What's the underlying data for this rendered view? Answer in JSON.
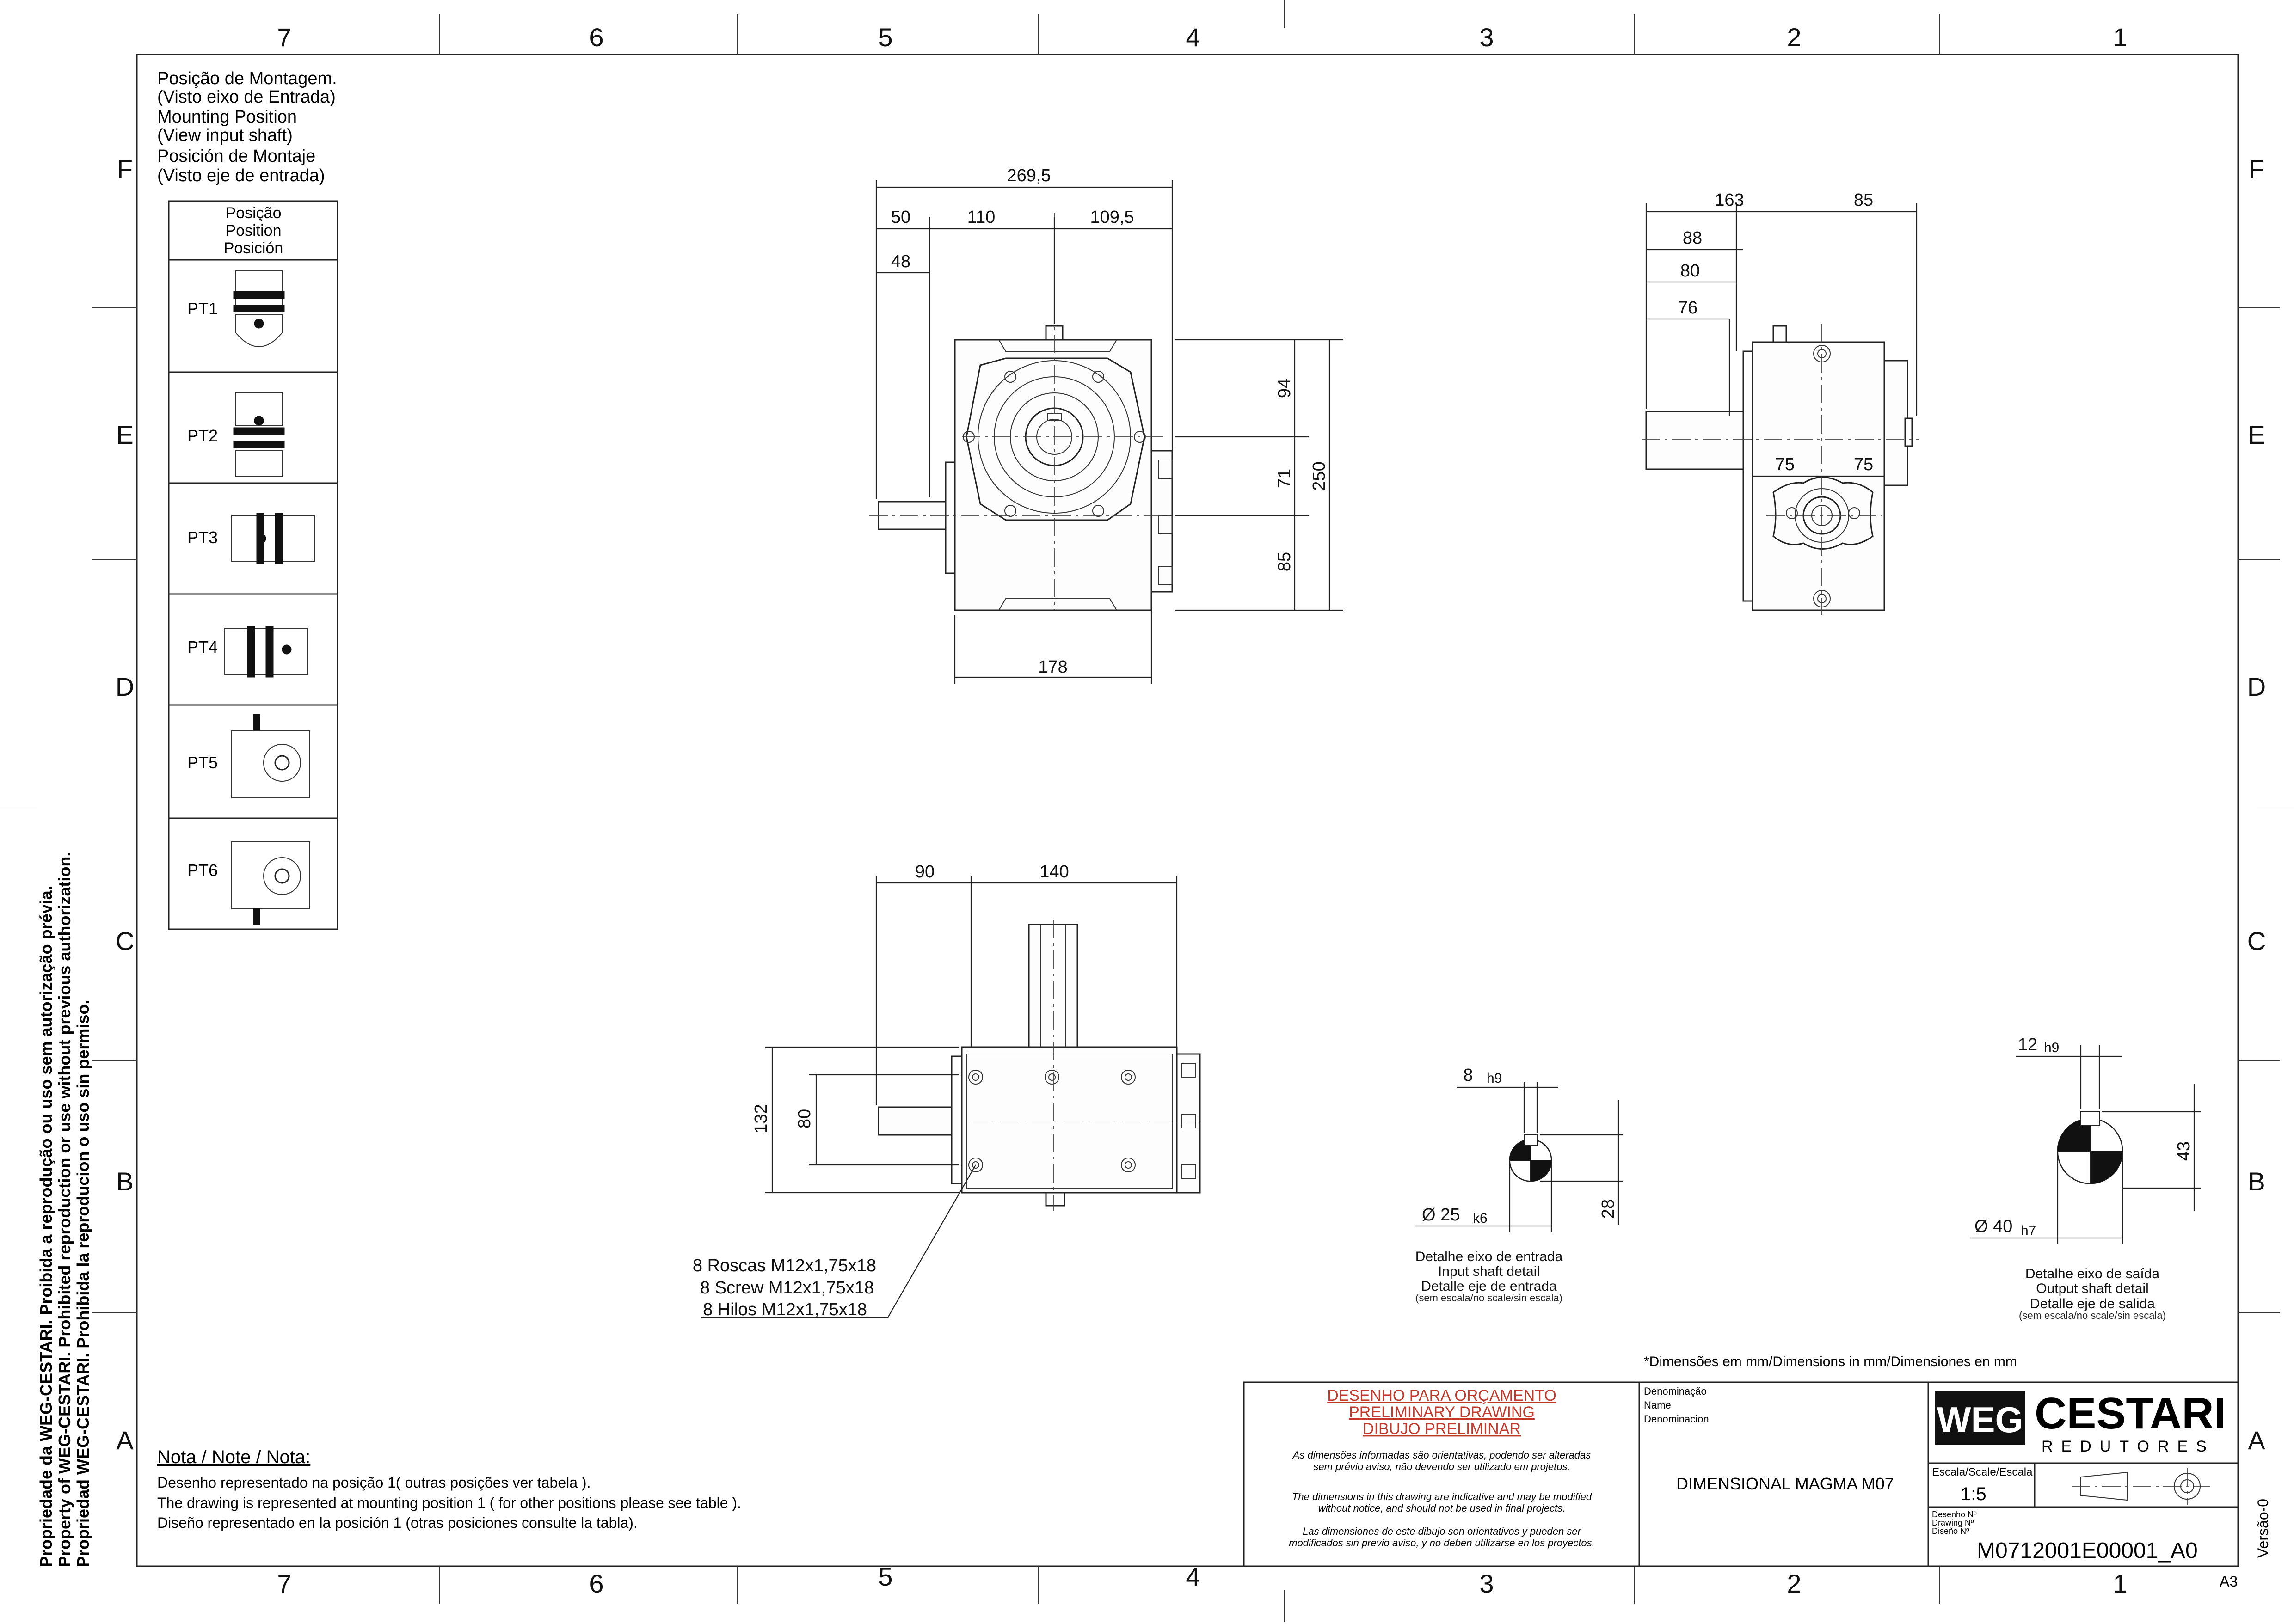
{
  "border": {
    "columns": [
      "7",
      "6",
      "5",
      "4",
      "3",
      "2",
      "1"
    ],
    "rows": [
      "F",
      "E",
      "D",
      "C",
      "B",
      "A"
    ]
  },
  "side_notice": {
    "lines": [
      "Propriedade da WEG-CESTARI. Proibida a reprodução ou uso sem autorização prévia.",
      "Property of WEG-CESTARI. Prohibited reproduction or use without previous authorization.",
      "Propriedad WEG-CESTARI. Prohibida la reproducion o uso sin permiso."
    ]
  },
  "mounting": {
    "heading": [
      "Posição de Montagem.",
      "(Visto eixo de Entrada)",
      "Mounting Position",
      "(View input shaft)",
      "Posición de Montaje",
      "(Visto eje de entrada)"
    ],
    "table_header": [
      "Posição",
      "Position",
      "Posición"
    ],
    "positions": [
      "PT1",
      "PT2",
      "PT3",
      "PT4",
      "PT5",
      "PT6"
    ]
  },
  "front_view": {
    "dims": {
      "overall": "269,5",
      "d50": "50",
      "d110": "110",
      "d109": "109,5",
      "d48": "48",
      "d94": "94",
      "d71": "71",
      "d250": "250",
      "d85": "85",
      "d178": "178"
    }
  },
  "side_view": {
    "dims": {
      "d163": "163",
      "d85": "85",
      "d88": "88",
      "d80": "80",
      "d76": "76",
      "d75a": "75",
      "d75b": "75"
    }
  },
  "bottom_view": {
    "dims": {
      "d90": "90",
      "d140": "140",
      "d132": "132",
      "d80": "80"
    },
    "screw_note": [
      "8 Roscas M12x1,75x18",
      "8 Screw M12x1,75x18",
      "8 Hilos M12x1,75x18"
    ]
  },
  "input_shaft_detail": {
    "key": "8",
    "key_tol": "h9",
    "diameter": "Ø 25",
    "dia_tol": "k6",
    "height": "28",
    "caption": [
      "Detalhe eixo de entrada",
      "Input shaft detail",
      "Detalle eje de entrada"
    ],
    "scale_note": "(sem escala/no scale/sin escala)"
  },
  "output_shaft_detail": {
    "key": "12",
    "key_tol": "h9",
    "diameter": "Ø 40",
    "dia_tol": "h7",
    "height": "43",
    "caption": [
      "Detalhe eixo de saída",
      "Output shaft detail",
      "Detalle eje de salida"
    ],
    "scale_note": "(sem escala/no scale/sin escala)"
  },
  "units_note": "*Dimensões em mm/Dimensions in mm/Dimensiones en mm",
  "note": {
    "title": "Nota / Note / Nota:",
    "lines": [
      "Desenho representado na posição 1( outras posições ver tabela ).",
      "The drawing is represented at mounting position 1 ( for other positions please see table ).",
      "Diseño representado en la posición 1 (otras posiciones consulte la tabla)."
    ]
  },
  "title_block": {
    "preliminary": [
      "DESENHO PARA ORÇAMENTO",
      "PRELIMINARY DRAWING",
      "DIBUJO PRELIMINAR"
    ],
    "disclaimer": [
      "As dimensões informadas são orientativas, podendo ser alteradas",
      "sem prévio aviso, não devendo ser utilizado em projetos.",
      "The dimensions in this drawing are indicative and may be modified",
      "without notice, and should not be used in final projects.",
      "Las dimensiones de este dibujo son orientativos y pueden ser",
      "modificados sin previo aviso, y no deben utilizarse en los proyectos."
    ],
    "name_labels": [
      "Denominação",
      "Name",
      "Denominacion"
    ],
    "name_value": "DIMENSIONAL MAGMA M07",
    "logo_weg": "WEG",
    "logo_brand": "CESTARI",
    "logo_sub": "REDUTORES",
    "scale_label": "Escala/Scale/Escala",
    "scale_value": "1:5",
    "drawing_labels": [
      "Desenho Nº",
      "Drawing Nº",
      "Diseño Nº"
    ],
    "drawing_number": "M0712001E00001_A0",
    "version": "Versão-0",
    "sheet_size": "A3"
  }
}
